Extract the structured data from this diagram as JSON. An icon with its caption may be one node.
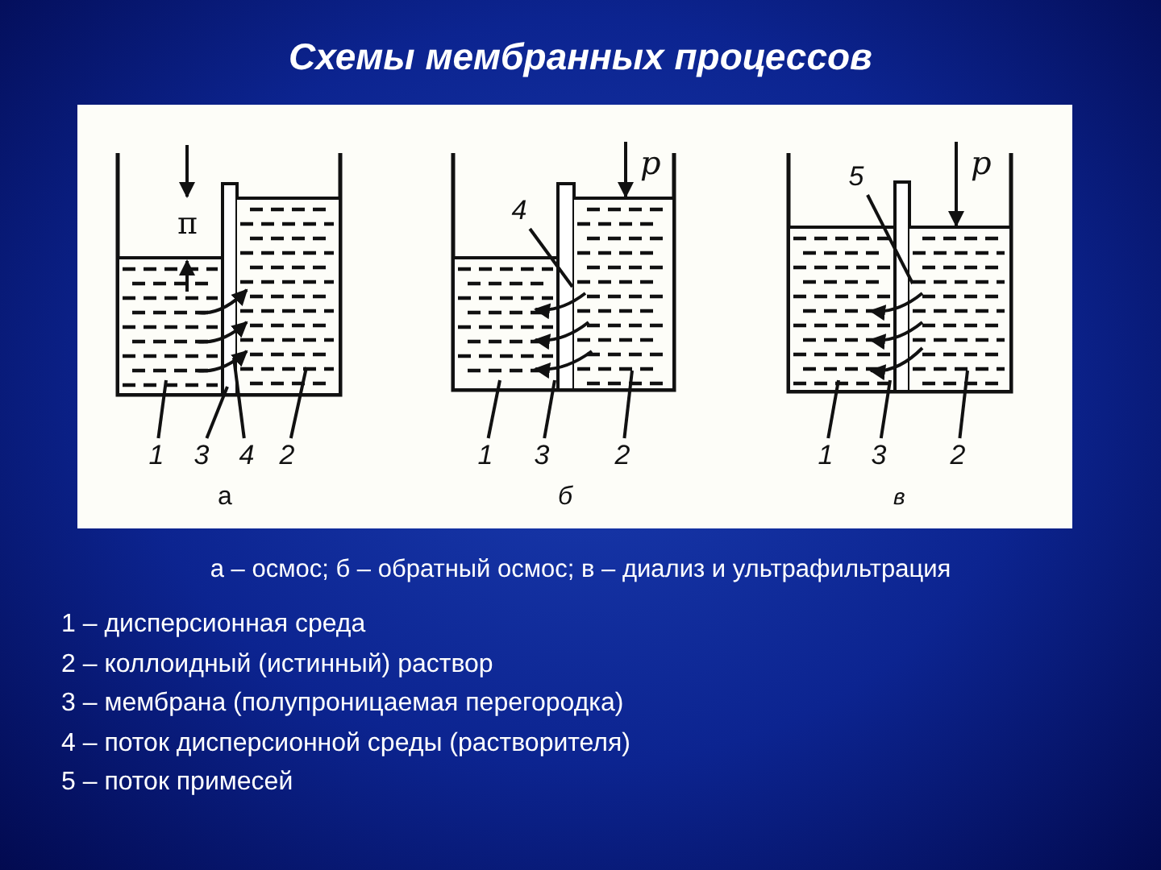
{
  "diagram": {
    "title": "Схемы мембранных процессов",
    "caption": "а – осмос; б – обратный осмос; в – диализ и ультрафильтрация",
    "nodes": [
      {
        "text": [
          "1"
        ]
      },
      {
        "text": [
          "3"
        ]
      },
      {
        "text": [
          "4"
        ]
      },
      {
        "text": [
          "2"
        ]
      },
      {
        "text": [
          "4"
        ]
      },
      {
        "text": [
          "1"
        ]
      },
      {
        "text": [
          "3"
        ]
      },
      {
        "text": [
          "2"
        ]
      },
      {
        "text": [
          "5"
        ]
      },
      {
        "text": [
          "1"
        ]
      },
      {
        "text": [
          "3"
        ]
      },
      {
        "text": [
          "2"
        ]
      },
      {
        "text": [],
        "shape": "box"
      },
      {
        "text": [],
        "shape": "bar"
      },
      {
        "text": [],
        "shape": "box"
      },
      {
        "text": [],
        "shape": "arrow"
      },
      {
        "text": [],
        "shape": "box"
      },
      {
        "text": [],
        "shape": "bar"
      },
      {
        "text": [],
        "shape": "box"
      },
      {
        "text": [],
        "shape": "arrow"
      },
      {
        "text": [],
        "shape": "box"
      },
      {
        "text": [],
        "shape": "bar"
      },
      {
        "text": [],
        "shape": "box"
      },
      {
        "text": [],
        "shape": "arrow"
      }
    ],
    "edges": [
      {
        "from": 0,
        "to": 12,
        "arrow": "none"
      },
      {
        "from": 1,
        "to": 13,
        "arrow": "none"
      },
      {
        "from": 2,
        "to": 15,
        "arrow": "none"
      },
      {
        "from": 3,
        "to": 14,
        "arrow": "none"
      },
      {
        "from": 4,
        "to": 19,
        "arrow": "none"
      },
      {
        "from": 5,
        "to": 16,
        "arrow": "none"
      },
      {
        "from": 6,
        "to": 17,
        "arrow": "none"
      },
      {
        "from": 7,
        "to": 18,
        "arrow": "none"
      },
      {
        "from": 8,
        "to": 23,
        "arrow": "none"
      },
      {
        "from": 9,
        "to": 20,
        "arrow": "none"
      },
      {
        "from": 10,
        "to": 21,
        "arrow": "none"
      },
      {
        "from": 11,
        "to": 22,
        "arrow": "none"
      }
    ],
    "labels": [
      "π",
      "а",
      "p",
      "б",
      "p",
      "в",
      "1 – дисперсионная среда",
      "2 – коллоидный (истинный) раствор",
      "3 – мембрана (полупроницаемая перегородка)",
      "4 – поток дисперсионной среды (растворителя)",
      "5 – поток примесей"
    ]
  }
}
